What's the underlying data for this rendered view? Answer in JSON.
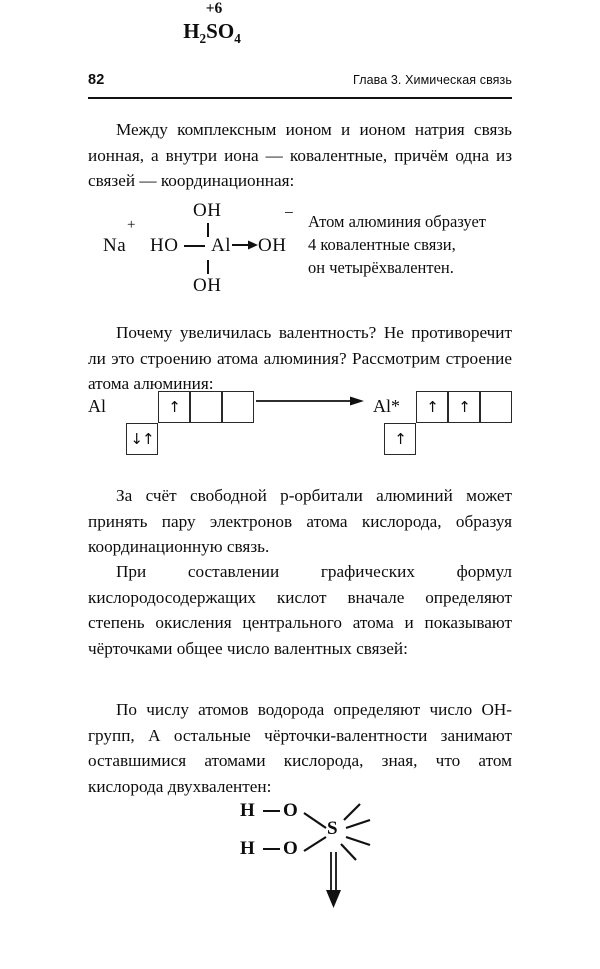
{
  "page": {
    "folio": "82",
    "running_head": "Глава 3. Химическая связь",
    "ink_color": "#0d0d0d",
    "paper_color": "#ffffff"
  },
  "paragraphs": {
    "p1": "Между комплексным ионом и ионом натрия связь ионная, а внутри иона — ковалентные, причём одна из связей — координационная:",
    "p2": "Почему увеличилась валентность? Не противоречит ли это строению атома алюминия? Рассмотрим строение атома алюминия:",
    "p3": "За счёт свободной p-орбитали алюминий может принять пару электронов атома кислорода, образуя координационную связь.",
    "p4": "При составлении графических формул кислородосодержащих кислот вначале определяют степень окисления центрального атома и показывают чёрточками общее число валентных связей:",
    "p5": "По числу атомов водорода определяют число ОН-групп, А остальные чёрточки-валентности занимают оставшимися атомами кислорода, зная, что атом кислорода двухвалентен:"
  },
  "formula_aluminate": {
    "cation": "Na",
    "cation_charge": "+",
    "complex_charge": "−",
    "ligand_top": "OH",
    "ligand_bottom": "OH",
    "ligand_left": "HO",
    "center_atom": "Al",
    "ligand_coordinate": "OH",
    "note_lines": [
      "Атом алюминия образует",
      "4 ковалентные связи,",
      "он четырёхвалентен."
    ],
    "note_text": "Атом алюминия образует 4 ковалентные связи, он четырёхвалентен."
  },
  "orbital_diagram": {
    "left_label": "Al",
    "right_label": "Al*",
    "left_p_cells": [
      "↑",
      "",
      ""
    ],
    "left_s_cell": "↓↑",
    "right_p_cells": [
      "↑",
      "↑",
      ""
    ],
    "right_s_cell": "↑"
  },
  "formula_h2so4": {
    "oxidation_state": "+6",
    "formula_plain": "H2SO4",
    "h": "H",
    "h_sub": "2",
    "s": "S",
    "o": "O",
    "o_sub": "4"
  },
  "formula_structural": {
    "h_first": "H",
    "o_first": "O",
    "h_second": "H",
    "o_second": "O",
    "center": "S",
    "free_valence_count": 4,
    "double_bond_direction": "down"
  }
}
